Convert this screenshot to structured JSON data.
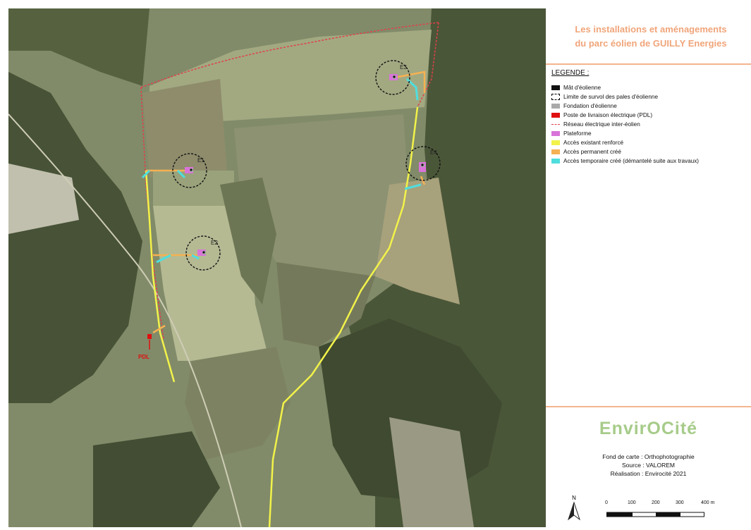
{
  "panel": {
    "title_line1": "Les installations et aménagements",
    "title_line2": "du parc éolien de GUILLY Energies",
    "legend_heading": "LEGENDE :",
    "legend_items": [
      {
        "label": "Mât d'éolienne",
        "color": "#111111"
      },
      {
        "label": "Limite de survol des pales d'éolienne",
        "color": "#000000"
      },
      {
        "label": "Fondation d'éolienne",
        "color": "#a9a9a9"
      },
      {
        "label": "Poste de livraison électrique (PDL)",
        "color": "#e01010"
      },
      {
        "label": "Réseau électrique inter-éolien",
        "color": "#e0404a"
      },
      {
        "label": "Plateforme",
        "color": "#d973d9"
      },
      {
        "label": "Accès existant renforcé",
        "color": "#f2f24a"
      },
      {
        "label": "Accès permanent créé",
        "color": "#f5b153"
      },
      {
        "label": "Accès temporaire créé (démantelé suite aux travaux)",
        "color": "#4fdede"
      }
    ],
    "brand": "EnvirOCité",
    "credits": {
      "basemap": "Fond de carte : Orthophotographie",
      "source": "Source : VALOREM",
      "author": "Réalisation : Envirocité 2021"
    },
    "north_label": "N",
    "scale_ticks": [
      "0",
      "100",
      "200",
      "300",
      "400 m"
    ]
  },
  "map": {
    "turbine_labels": [
      "E1",
      "E2",
      "E3",
      "E4"
    ],
    "pdl_label": "PDL"
  }
}
